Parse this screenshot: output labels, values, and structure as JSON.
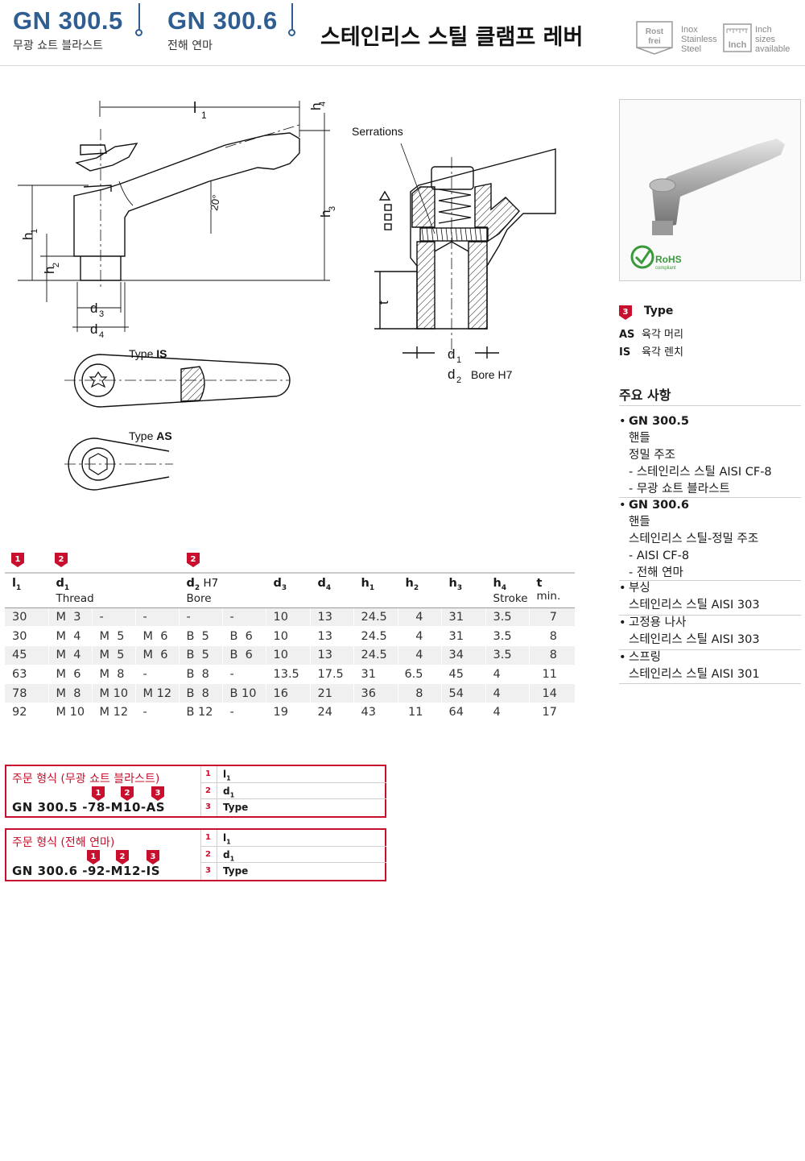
{
  "header": {
    "model1": "GN 300.5",
    "model1_sub": "무광 쇼트 블라스트",
    "model2": "GN 300.6",
    "model2_sub": "전해 연마",
    "title": "스테인리스 스틸 클램프 레버",
    "badge1_lines": [
      "Inox",
      "Stainless",
      "Steel"
    ],
    "badge1_logo": [
      "Rost",
      "frei"
    ],
    "badge2_lines": [
      "Inch",
      "sizes",
      "available"
    ],
    "badge2_logo": "Inch"
  },
  "drawing": {
    "label_serrations": "Serrations",
    "label_type_is_pre": "Type ",
    "label_type_is": "IS",
    "label_type_as_pre": "Type ",
    "label_type_as": "AS",
    "label_bore": "Bore H7",
    "angle": "20°"
  },
  "photo": {
    "rohs": "RoHS",
    "rohs_sub": "compliant"
  },
  "type_section": {
    "marker": "3",
    "heading": "Type",
    "rows": [
      {
        "code": "AS",
        "desc": "육각 머리"
      },
      {
        "code": "IS",
        "desc": "육각 렌치"
      }
    ]
  },
  "features": {
    "heading": "주요 사항",
    "items": [
      {
        "title": "GN 300.5",
        "lines": [
          "핸들",
          "정밀 주조",
          "- 스테인리스 스틸 AISI CF-8",
          "- 무광 쇼트 블라스트"
        ]
      },
      {
        "title": "GN 300.6",
        "lines": [
          "핸들",
          "스테인리스 스틸-정밀 주조",
          "- AISI CF-8",
          "- 전해 연마"
        ]
      },
      {
        "title": "부싱",
        "lines": [
          "스테인리스 스틸 AISI 303"
        ]
      },
      {
        "title": "고정용 나사",
        "lines": [
          "스테인리스 스틸 AISI 303"
        ]
      },
      {
        "title": "스프링",
        "lines": [
          "스테인리스 스틸 AISI 301"
        ]
      }
    ]
  },
  "table": {
    "markers": [
      "1",
      "2",
      "2"
    ],
    "headers": {
      "l1": "l",
      "l1_sub": "1",
      "d1": "d",
      "d1_sub": "1",
      "d1_note": "Thread",
      "d2": "d",
      "d2_sub": "2",
      "d2_suffix": " H7",
      "d2_note": "Bore",
      "d3": "d",
      "d3_sub": "3",
      "d4": "d",
      "d4_sub": "4",
      "h1": "h",
      "h1_sub": "1",
      "h2": "h",
      "h2_sub": "2",
      "h3": "h",
      "h3_sub": "3",
      "h4": "h",
      "h4_sub": "4",
      "h4_note": "Stroke",
      "t": "t",
      "t_note": "min."
    },
    "rows": [
      [
        "30",
        "M  3",
        "-",
        "-",
        "-",
        "-",
        "10",
        "13",
        "24.5",
        "4",
        "31",
        "3.5",
        "7"
      ],
      [
        "30",
        "M  4",
        "M  5",
        "M  6",
        "B  5",
        "B  6",
        "10",
        "13",
        "24.5",
        "4",
        "31",
        "3.5",
        "8"
      ],
      [
        "45",
        "M  4",
        "M  5",
        "M  6",
        "B  5",
        "B  6",
        "10",
        "13",
        "24.5",
        "4",
        "34",
        "3.5",
        "8"
      ],
      [
        "63",
        "M  6",
        "M  8",
        "-",
        "B  8",
        "-",
        "13.5",
        "17.5",
        "31",
        "6.5",
        "45",
        "4",
        "11"
      ],
      [
        "78",
        "M  8",
        "M 10",
        "M 12",
        "B  8",
        "B 10",
        "16",
        "21",
        "36",
        "8",
        "54",
        "4",
        "14"
      ],
      [
        "92",
        "M 10",
        "M 12",
        "-",
        "B 12",
        "-",
        "19",
        "24",
        "43",
        "11",
        "64",
        "4",
        "17"
      ]
    ]
  },
  "orders": [
    {
      "title": "주문 형식 (무광 쇼트 블라스트)",
      "code": "GN  300.5 -78-M10-AS",
      "markers": [
        "1",
        "2",
        "3"
      ],
      "legend": [
        {
          "n": "1",
          "l": "l",
          "sub": "1"
        },
        {
          "n": "2",
          "l": "d",
          "sub": "1"
        },
        {
          "n": "3",
          "l": "Type",
          "sub": ""
        }
      ]
    },
    {
      "title": "주문 형식 (전해 연마)",
      "code": "GN  300.6 -92-M12-IS",
      "markers": [
        "1",
        "2",
        "3"
      ],
      "legend": [
        {
          "n": "1",
          "l": "l",
          "sub": "1"
        },
        {
          "n": "2",
          "l": "d",
          "sub": "1"
        },
        {
          "n": "3",
          "l": "Type",
          "sub": ""
        }
      ]
    }
  ]
}
